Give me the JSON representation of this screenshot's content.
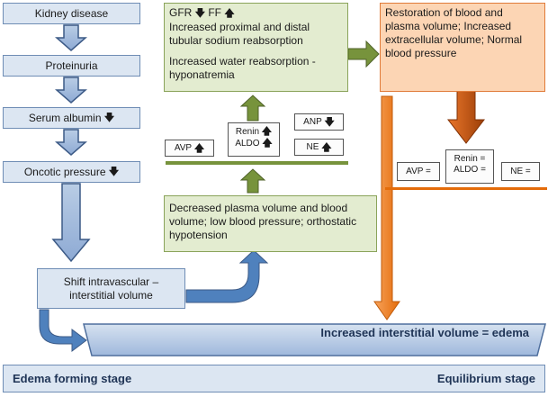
{
  "left_chain": {
    "kidney_disease": "Kidney disease",
    "proteinuria": "Proteinuria",
    "serum_albumin": "Serum albumin",
    "oncotic_pressure": "Oncotic pressure",
    "shift": "Shift intravascular – interstitial volume"
  },
  "arrow_glyphs": {
    "up": "🡅",
    "down": "🡇"
  },
  "top_green": {
    "gfr": "GFR",
    "ff": "FF",
    "line2": "Increased proximal and distal tubular sodium reabsorption",
    "line3": "Increased water reabsorption - hyponatremia"
  },
  "hormones_edema": {
    "avp": "AVP",
    "renin": "Renin",
    "aldo": "ALDO",
    "anp": "ANP",
    "ne": "NE"
  },
  "bottom_green": "Decreased plasma volume and blood volume; low blood pressure; orthostatic hypotension",
  "orange_box": "Restoration of blood and plasma volume; Increased extracellular volume; Normal blood pressure",
  "hormones_equilibrium": {
    "avp": "AVP =",
    "renin": "Renin =",
    "aldo": "ALDO =",
    "ne": "NE ="
  },
  "edema_banner": "Increased interstitial volume = edema",
  "stages": {
    "left": "Edema forming stage",
    "right": "Equilibrium stage"
  },
  "colors": {
    "blue_fill": "#dce6f2",
    "green_fill": "#e3ecd0",
    "orange_fill": "#fcd5b4",
    "green_arrow": "#77933c",
    "orange_arrow": "#e46c0a",
    "blue_arrow": "#4f81bd"
  }
}
